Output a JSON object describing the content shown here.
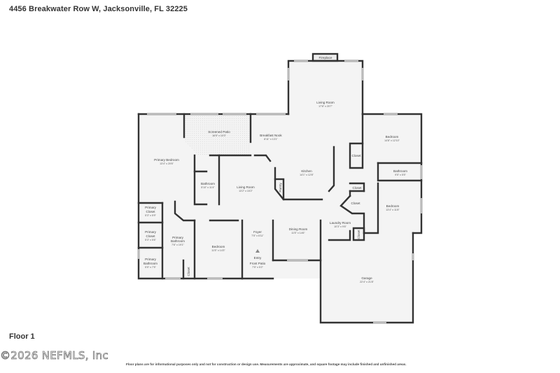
{
  "header": {
    "address": "4456 Breakwater Row W, Jacksonville, FL 32225"
  },
  "floor": {
    "label": "Floor 1"
  },
  "watermark": "©2026 NEFMLS, Inc",
  "disclaimer": "Floor plans are for informational purposes only and not for construction or design use. Measurements are approximate, and square footage may include finished and unfinished areas.",
  "rooms": {
    "fireplace": {
      "name": "Fireplace"
    },
    "living_room_main": {
      "name": "Living Room",
      "dims": "17'8\" x 20'7\""
    },
    "screened_patio": {
      "name": "Screened Patio",
      "dims": "16'5\" x 10'3\""
    },
    "breakfast_nook": {
      "name": "Breakfast Nook",
      "dims": "8'11\" x 13'1\""
    },
    "primary_bedroom": {
      "name": "Primary Bedroom",
      "dims": "13'4\" x 20'6\""
    },
    "bathroom_hall": {
      "name": "Bathroom",
      "dims": "5'10\" x 11'4\""
    },
    "living_room_2": {
      "name": "Living Room",
      "dims": "13'2\" x 15'2\""
    },
    "kitchen": {
      "name": "Kitchen",
      "dims": "14'1\" x 12'8\""
    },
    "pantry": {
      "name": "Pantry"
    },
    "bedroom_ne": {
      "name": "Bedroom",
      "dims": "14'8\" x 12'10\""
    },
    "closet_ne": {
      "name": "Closet"
    },
    "bathroom_e": {
      "name": "Bathroom",
      "dims": "9'5\" x 5'5\""
    },
    "closet_e1": {
      "name": "Closet"
    },
    "closet_e2": {
      "name": "Closet"
    },
    "bedroom_e": {
      "name": "Bedroom",
      "dims": "13'4\" x 11'8\""
    },
    "laundry_room": {
      "name": "Laundry Room",
      "dims": "10'3\" x 9'6\""
    },
    "closet_laundry": {
      "name": "Closet"
    },
    "primary_closet_1": {
      "name": "Primary Closet",
      "dims": "5'3\" x 5'9\""
    },
    "primary_closet_2": {
      "name": "Primary Closet",
      "dims": "5'3\" x 5'6\""
    },
    "primary_bathroom_1": {
      "name": "Primary Bathroom",
      "dims": "7'6\" x 19'1\""
    },
    "primary_bathroom_2": {
      "name": "Primary Bathroom",
      "dims": "5'5\" x 7'5\""
    },
    "closet_sw": {
      "name": "Closet"
    },
    "bedroom_s": {
      "name": "Bedroom",
      "dims": "11'5\" x 14'3\""
    },
    "foyer": {
      "name": "Foyer",
      "dims": "7'5\" x 6'11\""
    },
    "entry_front_patio": {
      "name1": "Entry",
      "name2": "Front Patio",
      "dims": "7'5\" x 5'2\""
    },
    "dining_room": {
      "name": "Dining Room",
      "dims": "11'5\" x 14'6\""
    },
    "garage": {
      "name": "Garage",
      "dims": "22'4\" x 21'8\""
    }
  }
}
